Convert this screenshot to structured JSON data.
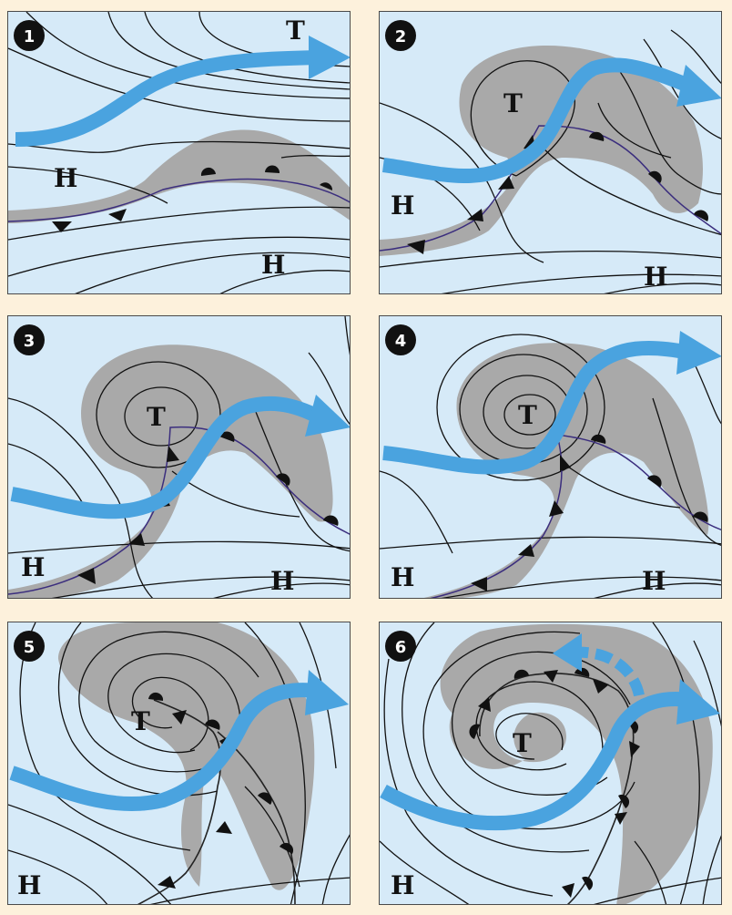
{
  "panels": [
    {
      "number": "1",
      "labels": {
        "low": "T",
        "high_a": "H",
        "high_b": "H"
      }
    },
    {
      "number": "2",
      "labels": {
        "low": "T",
        "high_a": "H",
        "high_b": "H"
      }
    },
    {
      "number": "3",
      "labels": {
        "low": "T",
        "high_a": "H",
        "high_b": "H"
      }
    },
    {
      "number": "4",
      "labels": {
        "low": "T",
        "high_a": "H",
        "high_b": "H"
      }
    },
    {
      "number": "5",
      "labels": {
        "low": "T",
        "high_a": "H"
      }
    },
    {
      "number": "6",
      "labels": {
        "low": "T",
        "high_a": "H"
      }
    }
  ],
  "colors": {
    "background": "#fdf1dc",
    "panel_fill": "#d6eaf8",
    "cloud": "#a9a9a9",
    "jet_stream": "#4aa3df",
    "front": "#3b2e7e",
    "isobar": "#111111"
  }
}
